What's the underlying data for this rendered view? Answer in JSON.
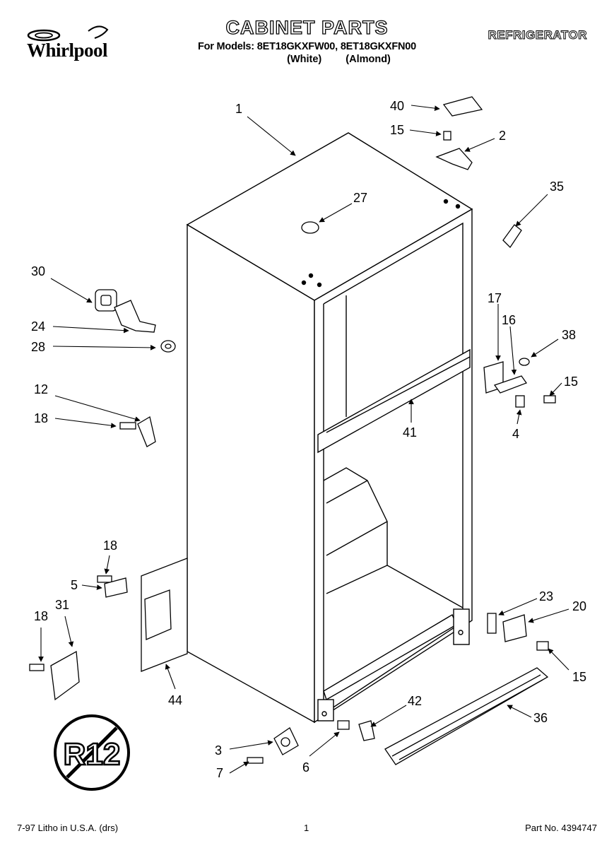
{
  "header": {
    "brand": "Whirlpool",
    "title": "CABINET PARTS",
    "models_line": "For Models: 8ET18GKXFW00, 8ET18GKXFN00",
    "finishes": [
      "(White)",
      "(Almond)"
    ],
    "category": "REFRIGERATOR"
  },
  "callouts": [
    "1",
    "40",
    "15",
    "2",
    "35",
    "27",
    "30",
    "24",
    "28",
    "12",
    "18",
    "17",
    "16",
    "38",
    "15",
    "4",
    "41",
    "18",
    "5",
    "31",
    "18",
    "44",
    "23",
    "20",
    "15",
    "42",
    "36",
    "3",
    "7",
    "6"
  ],
  "badge": {
    "text": "R12"
  },
  "footer": {
    "left": "7-97 Litho in U.S.A. (drs)",
    "center": "1",
    "right": "Part No. 4394747"
  }
}
